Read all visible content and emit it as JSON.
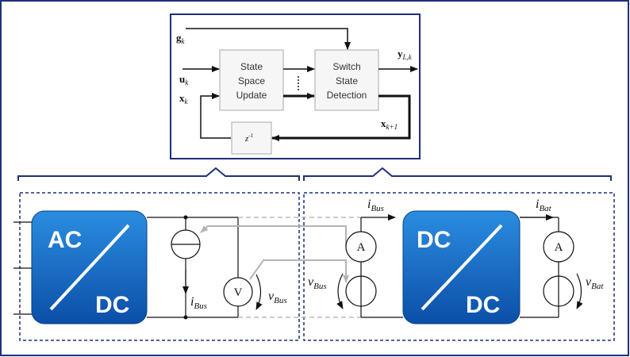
{
  "top_block": {
    "inputs": {
      "g": "g",
      "g_sub": "k",
      "u": "u",
      "u_sub": "k",
      "x": "x",
      "x_sub": "k"
    },
    "output": {
      "y": "y",
      "y_sub": "L,k"
    },
    "feedback": {
      "x": "x",
      "x_sub": "k+1"
    },
    "state_space_update": [
      "State",
      "Space",
      "Update"
    ],
    "switch_state_detection": [
      "Switch",
      "State",
      "Detection"
    ],
    "delay": "z",
    "delay_exp": "-1"
  },
  "left_converter": {
    "top": "AC",
    "bottom": "DC"
  },
  "right_converter": {
    "top": "DC",
    "bottom": "DC"
  },
  "meters": {
    "ammeter": "A",
    "voltmeter": "V"
  },
  "labels": {
    "i_bus_left": "i",
    "i_bus_left_sub": "Bus",
    "v_bus_left": "v",
    "v_bus_left_sub": "Bus",
    "i_bus_right": "i",
    "i_bus_right_sub": "Bus",
    "v_bus_right": "v",
    "v_bus_right_sub": "Bus",
    "i_bat": "i",
    "i_bat_sub": "Bat",
    "v_bat": "v",
    "v_bat_sub": "Bat"
  },
  "colors": {
    "frame_navy": "#1f2f7a",
    "converter_blue": "#1565c0",
    "signal_gray": "#b5b5b5"
  }
}
